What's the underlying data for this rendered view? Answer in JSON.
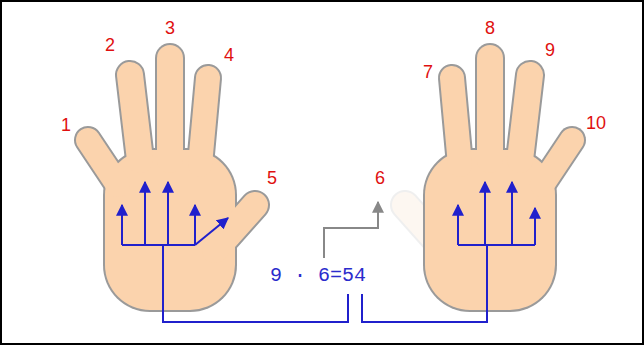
{
  "diagram": {
    "labels": [
      "1",
      "2",
      "3",
      "4",
      "5",
      "6",
      "7",
      "8",
      "9",
      "10",
      "9 · 6=54"
    ]
  }
}
